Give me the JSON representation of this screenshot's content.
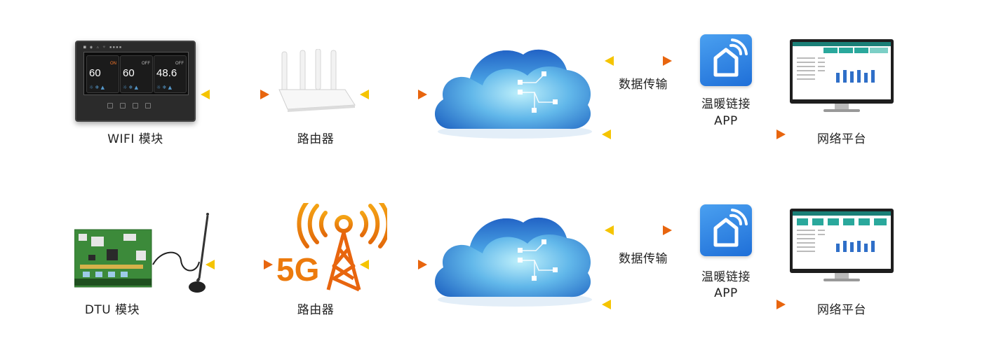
{
  "rows": [
    {
      "device_label": "WIFI 模块",
      "router_label": "路由器",
      "transfer_label": "数据传输",
      "app_label_line1": "温暖链接",
      "app_label_line2": "APP",
      "platform_label": "网络平台"
    },
    {
      "device_label": "DTU 模块",
      "router_label": "路由器",
      "badge_5g": "5G",
      "transfer_label": "数据传输",
      "app_label_line1": "温暖链接",
      "app_label_line2": "APP",
      "platform_label": "网络平台"
    }
  ],
  "panel": {
    "tiles": [
      {
        "value": "60",
        "state": "ON"
      },
      {
        "value": "60",
        "state": "OFF"
      },
      {
        "value": "48.6",
        "state": "OFF"
      }
    ]
  },
  "colors": {
    "arrow_orange": "#e8650e",
    "arrow_yellow": "#f5c400",
    "cloud_dark": "#1b63c6",
    "cloud_light": "#7fd6f2",
    "app_blue": "#2a7de0",
    "signal_orange": "#f08a0a"
  },
  "icons": {
    "device1": "thermostat-panel",
    "router1": "wifi-router",
    "cloud": "cloud-network",
    "app": "smart-home-icon",
    "platform": "monitor",
    "device2": "pcb-board-with-antenna",
    "router2": "5g-tower"
  }
}
